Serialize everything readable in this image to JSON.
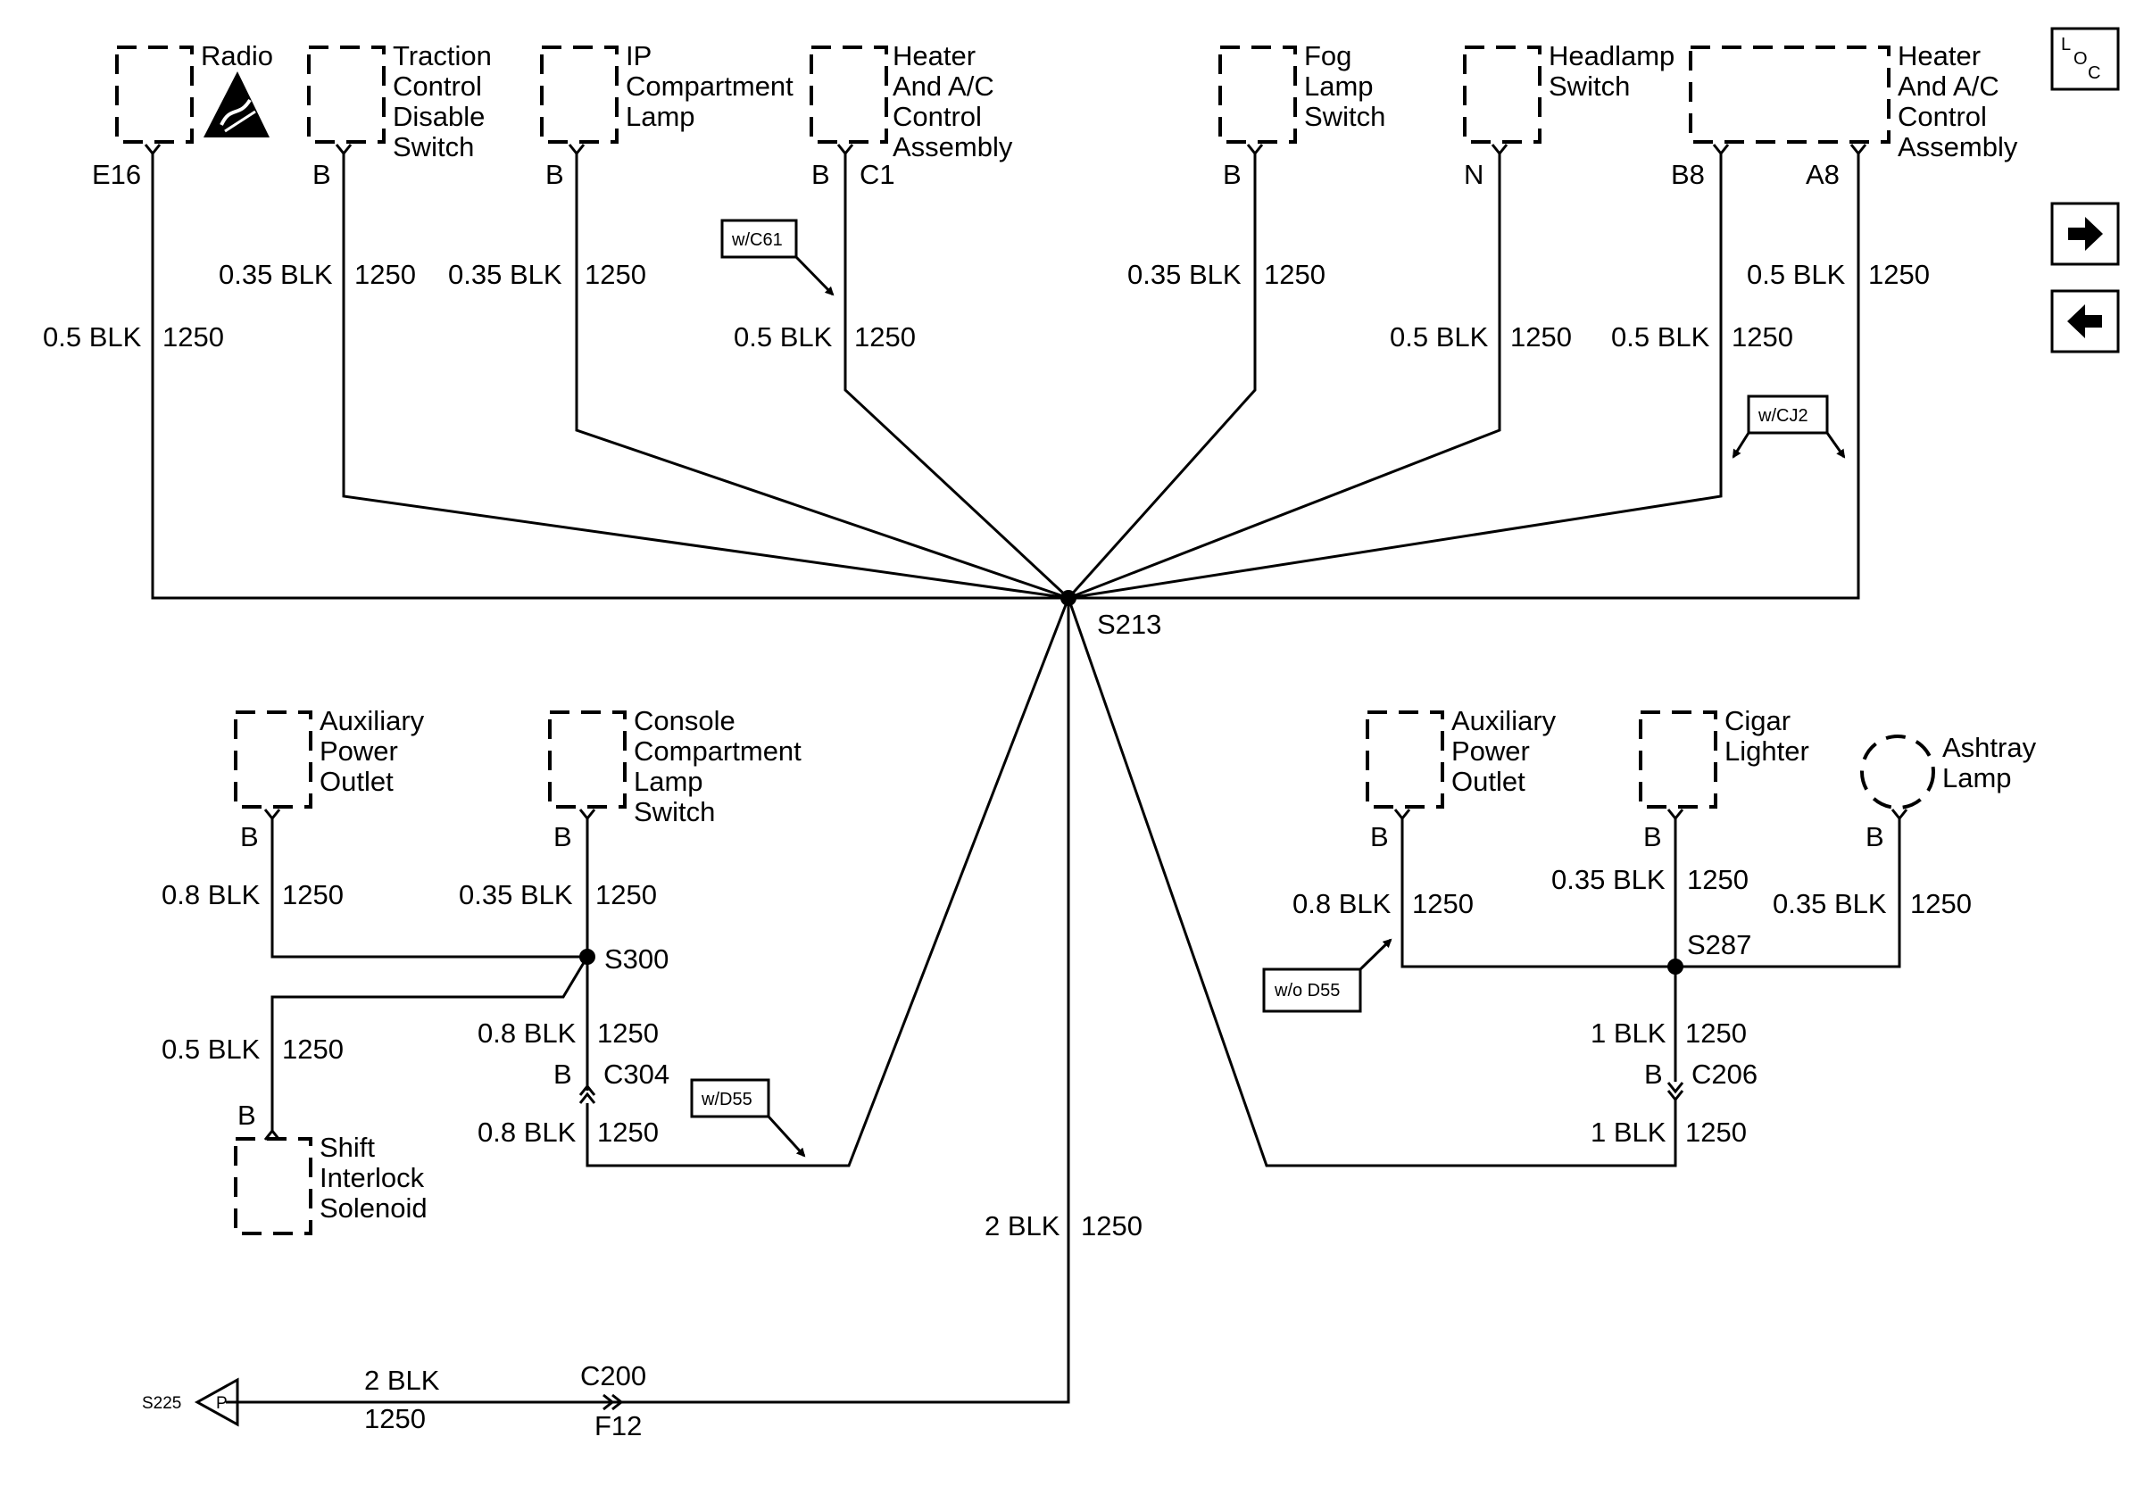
{
  "components": {
    "radio": [
      "Radio"
    ],
    "traction": [
      "Traction",
      "Control",
      "Disable",
      "Switch"
    ],
    "ip_lamp": [
      "IP",
      "Compartment",
      "Lamp"
    ],
    "heater_c1": [
      "Heater",
      "And A/C",
      "Control",
      "Assembly"
    ],
    "fog": [
      "Fog",
      "Lamp",
      "Switch"
    ],
    "headlamp": [
      "Headlamp",
      "Switch"
    ],
    "heater_b8": [
      "Heater",
      "And A/C",
      "Control",
      "Assembly"
    ],
    "aux_left": [
      "Auxiliary",
      "Power",
      "Outlet"
    ],
    "console": [
      "Console",
      "Compartment",
      "Lamp",
      "Switch"
    ],
    "shift": [
      "Shift",
      "Interlock",
      "Solenoid"
    ],
    "aux_right": [
      "Auxiliary",
      "Power",
      "Outlet"
    ],
    "cigar": [
      "Cigar",
      "Lighter"
    ],
    "ashtray": [
      "Ashtray",
      "Lamp"
    ]
  },
  "pins": {
    "radio": "E16",
    "traction": "B",
    "ip_lamp": "B",
    "heater_c1_b": "B",
    "heater_c1": "C1",
    "fog": "B",
    "headlamp": "N",
    "heater_b8": "B8",
    "heater_a8": "A8",
    "aux_left": "B",
    "console": "B",
    "shift": "B",
    "c304": "B",
    "aux_right": "B",
    "cigar": "B",
    "ashtray": "B",
    "c206": "B"
  },
  "wires": {
    "radio": {
      "size": "0.5 BLK",
      "circuit": "1250"
    },
    "traction": {
      "size": "0.35 BLK",
      "circuit": "1250"
    },
    "ip_lamp": {
      "size": "0.35 BLK",
      "circuit": "1250"
    },
    "heater_c1": {
      "size": "0.5 BLK",
      "circuit": "1250"
    },
    "fog": {
      "size": "0.35 BLK",
      "circuit": "1250"
    },
    "headlamp": {
      "size": "0.5 BLK",
      "circuit": "1250"
    },
    "heater_b8": {
      "size": "0.5 BLK",
      "circuit": "1250"
    },
    "heater_a8": {
      "size": "0.5 BLK",
      "circuit": "1250"
    },
    "aux_left": {
      "size": "0.8 BLK",
      "circuit": "1250"
    },
    "console": {
      "size": "0.35 BLK",
      "circuit": "1250"
    },
    "shift": {
      "size": "0.5 BLK",
      "circuit": "1250"
    },
    "s300_c304": {
      "size": "0.8 BLK",
      "circuit": "1250"
    },
    "c304_out": {
      "size": "0.8 BLK",
      "circuit": "1250"
    },
    "aux_right": {
      "size": "0.8 BLK",
      "circuit": "1250"
    },
    "cigar": {
      "size": "0.35 BLK",
      "circuit": "1250"
    },
    "ashtray": {
      "size": "0.35 BLK",
      "circuit": "1250"
    },
    "s287_c206": {
      "size": "1 BLK",
      "circuit": "1250"
    },
    "c206_out": {
      "size": "1 BLK",
      "circuit": "1250"
    },
    "main": {
      "size": "2 BLK",
      "circuit": "1250"
    },
    "ground": {
      "size": "2 BLK",
      "circuit": "1250"
    }
  },
  "splices": {
    "s213": "S213",
    "s300": "S300",
    "s287": "S287"
  },
  "connectors": {
    "c304": "C304",
    "c206": "C206",
    "c200": "C200",
    "f12": "F12"
  },
  "options": {
    "c61": "w/C61",
    "cj2": "w/CJ2",
    "d55": "w/D55",
    "no_d55": "w/o D55"
  },
  "ground_ref": {
    "splice": "S225",
    "letter": "P"
  },
  "side_icons": {
    "loc": "loc-icon",
    "next": "arrow-right-icon",
    "prev": "arrow-left-icon"
  }
}
